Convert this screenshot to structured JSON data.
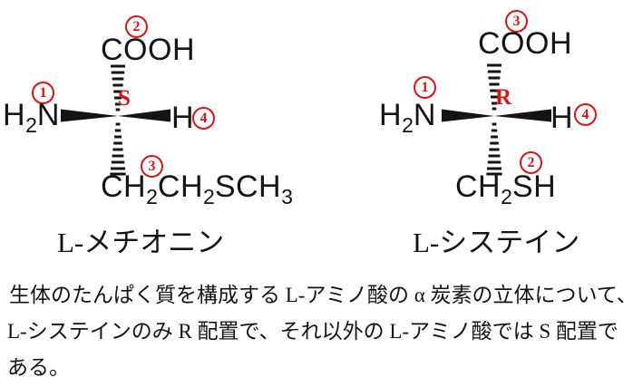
{
  "colors": {
    "accent_red": "#dd1414",
    "ink": "#141414",
    "background": "#ffffff"
  },
  "molecules": {
    "methionine": {
      "name": "L-メチオニン",
      "stereo_descriptor": "S",
      "substituents": {
        "top": {
          "formula": "COOH",
          "priority": "2"
        },
        "left": {
          "formula_parts": [
            "H",
            "2",
            "N"
          ],
          "priority": "1"
        },
        "right": {
          "formula": "H",
          "priority": "4"
        },
        "bottom": {
          "formula_parts": [
            "CH",
            "2",
            "CH",
            "2",
            "SCH",
            "3"
          ],
          "priority": "3"
        }
      }
    },
    "cysteine": {
      "name": "L-システイン",
      "stereo_descriptor": "R",
      "substituents": {
        "top": {
          "formula": "COOH",
          "priority": "3"
        },
        "left": {
          "formula_parts": [
            "H",
            "2",
            "N"
          ],
          "priority": "1"
        },
        "right": {
          "formula": "H",
          "priority": "4"
        },
        "bottom": {
          "formula_parts": [
            "CH",
            "2",
            "SH"
          ],
          "priority": "2"
        }
      }
    }
  },
  "caption": {
    "line1": "生体のたんぱく質を構成する L-アミノ酸の α 炭素の立体について、",
    "line2": "L-システインのみ R 配置で、それ以外の L-アミノ酸では S 配置で",
    "line3": "ある。"
  }
}
